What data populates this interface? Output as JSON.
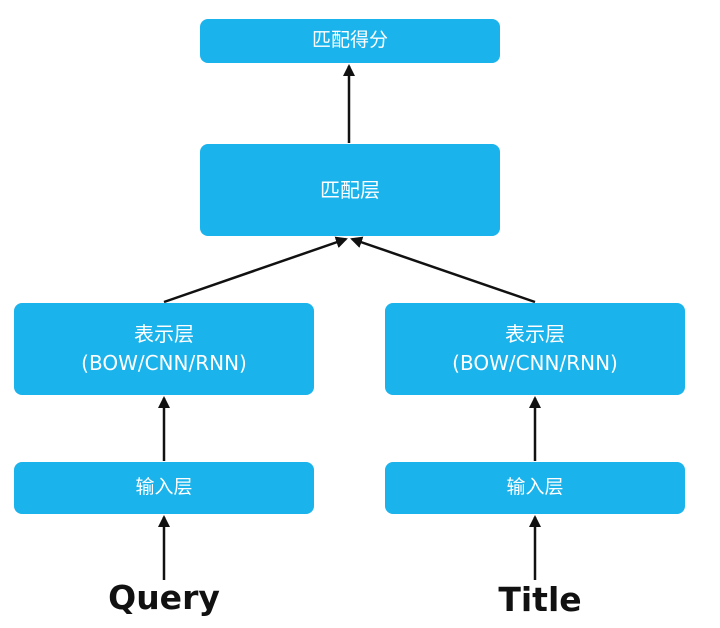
{
  "nodes": {
    "score": {
      "text": "匹配得分"
    },
    "match": {
      "text": "匹配层"
    },
    "repr_left": {
      "line1": "表示层",
      "line2": "(BOW/CNN/RNN)"
    },
    "repr_right": {
      "line1": "表示层",
      "line2": "(BOW/CNN/RNN)"
    },
    "input_left": {
      "text": "输入层"
    },
    "input_right": {
      "text": "输入层"
    }
  },
  "inputs": {
    "left": "Query",
    "right": "Title"
  },
  "colors": {
    "box_fill": "#1ab3ec",
    "box_text": "#ffffff",
    "arrow": "#111111"
  }
}
